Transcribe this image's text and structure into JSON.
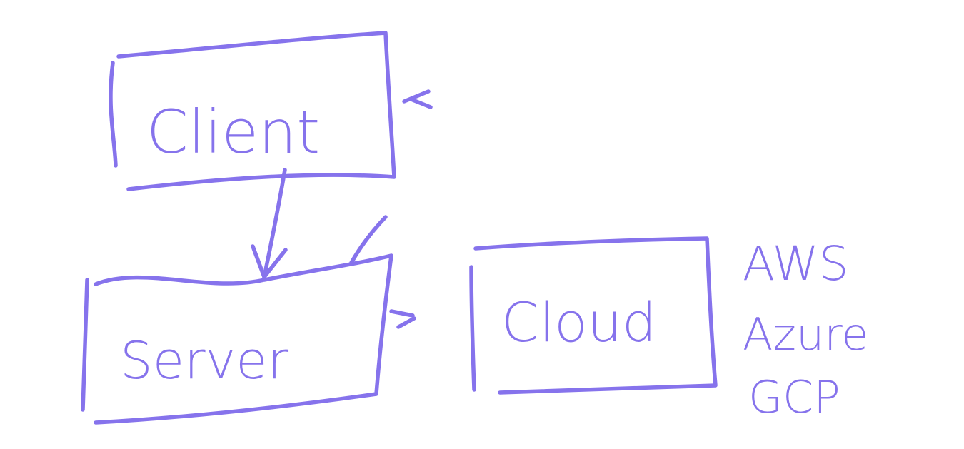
{
  "colors": {
    "stroke": "#8673EC",
    "background": "#FFFFFF"
  },
  "nodes": {
    "client": {
      "label": "Client"
    },
    "server": {
      "label": "Server"
    },
    "cloud": {
      "label": "Cloud"
    }
  },
  "cloud_providers": [
    "AWS",
    "Azure",
    "GCP"
  ]
}
